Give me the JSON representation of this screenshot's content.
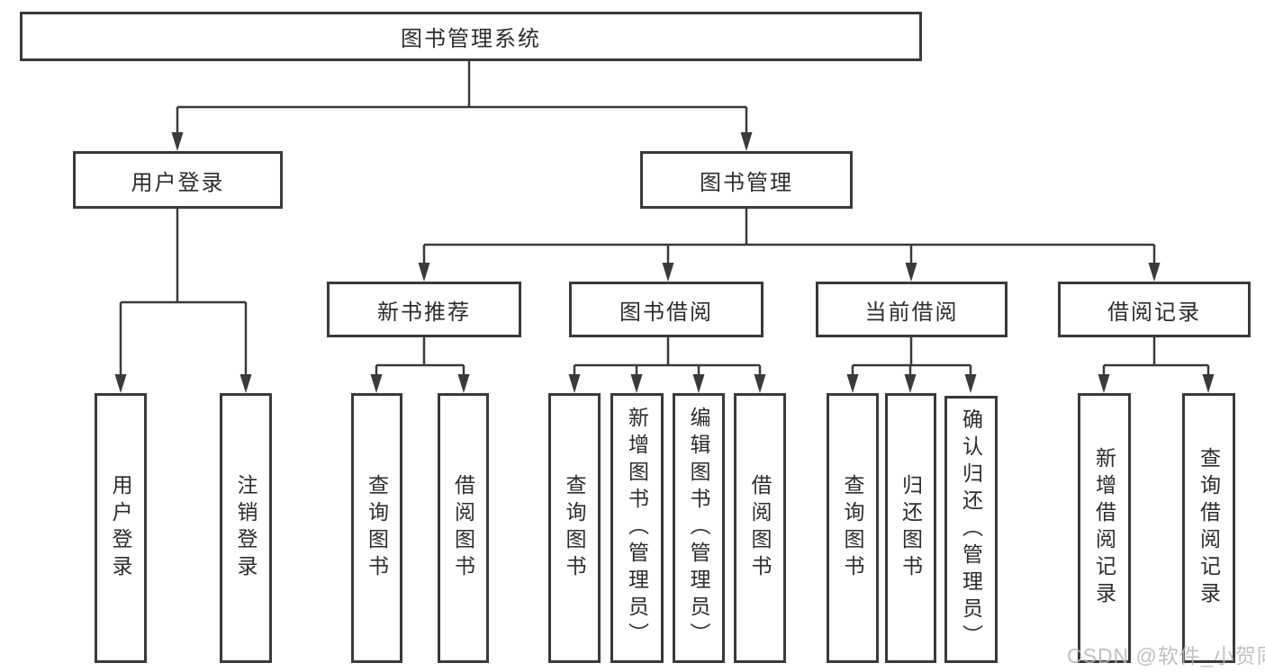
{
  "colors": {
    "background": "#ffffff",
    "box_border": "#3a3a3a",
    "connector_line": "#3a3a3a",
    "text": "#2d2d2d",
    "watermark": "#b6b6b6"
  },
  "watermark": "CSDN @软件_小贺同学",
  "tree": {
    "root": {
      "label": "图书管理系统"
    },
    "children": [
      {
        "label": "用户登录",
        "children": [
          {
            "label": "用户登录"
          },
          {
            "label": "注销登录"
          }
        ]
      },
      {
        "label": "图书管理",
        "children": [
          {
            "label": "新书推荐",
            "children": [
              {
                "label": "查询图书"
              },
              {
                "label": "借阅图书"
              }
            ]
          },
          {
            "label": "图书借阅",
            "children": [
              {
                "label": "查询图书"
              },
              {
                "label": "新增图书（管理员）"
              },
              {
                "label": "编辑图书（管理员）"
              },
              {
                "label": "借阅图书"
              }
            ]
          },
          {
            "label": "当前借阅",
            "children": [
              {
                "label": "查询图书"
              },
              {
                "label": "归还图书"
              },
              {
                "label": "确认归还（管理员）"
              }
            ]
          },
          {
            "label": "借阅记录",
            "children": [
              {
                "label": "新增借阅记录"
              },
              {
                "label": "查询借阅记录"
              }
            ]
          }
        ]
      }
    ]
  }
}
